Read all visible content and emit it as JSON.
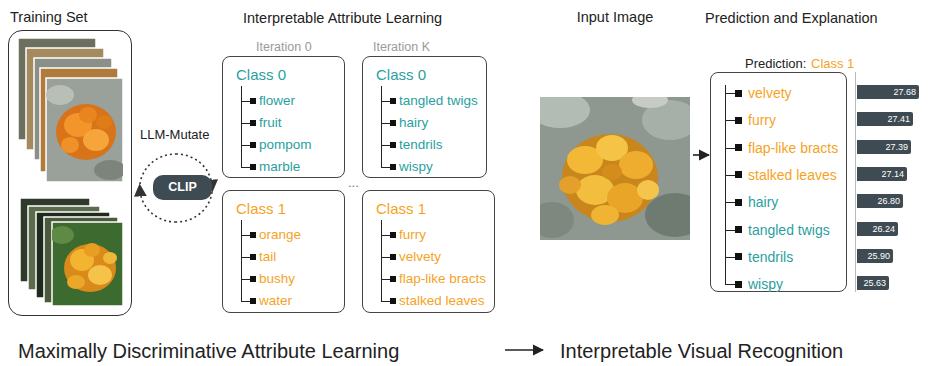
{
  "diagram": {
    "nodes": [
      {
        "text": [
          "Training Set"
        ]
      },
      {
        "text": [
          "CLIP"
        ]
      },
      {
        "text": [
          "Class 0",
          "flower",
          "fruit",
          "pompom",
          "marble"
        ]
      },
      {
        "text": [
          "Class 0",
          "tangled twigs",
          "hairy",
          "tendrils",
          "wispy"
        ]
      },
      {
        "text": [
          "Class 1",
          "orange",
          "tail",
          "bushy",
          "water"
        ]
      },
      {
        "text": [
          "Class 1",
          "furry",
          "velvety",
          "flap-like bracts",
          "stalked leaves"
        ]
      },
      {
        "text": [
          "Input Image"
        ]
      },
      {
        "text": [
          "velvety",
          "furry",
          "flap-like bracts",
          "stalked leaves",
          "hairy",
          "tangled twigs",
          "tendrils",
          "wispy"
        ]
      }
    ],
    "edges": [
      {
        "from": 6,
        "to": 7,
        "arrow": "to"
      }
    ],
    "labels": [
      "Interpretable Attribute Learning",
      "Prediction and Explanation",
      "Iteration 0",
      "Iteration K",
      "LLM-Mutate",
      "...",
      "Prediction:",
      "Class 1",
      "27.68",
      "27.41",
      "27.39",
      "27.14",
      "26.80",
      "26.24",
      "25.90",
      "25.63",
      "Maximally Discriminative Attribute Learning",
      "Interpretable Visual Recognition"
    ]
  }
}
